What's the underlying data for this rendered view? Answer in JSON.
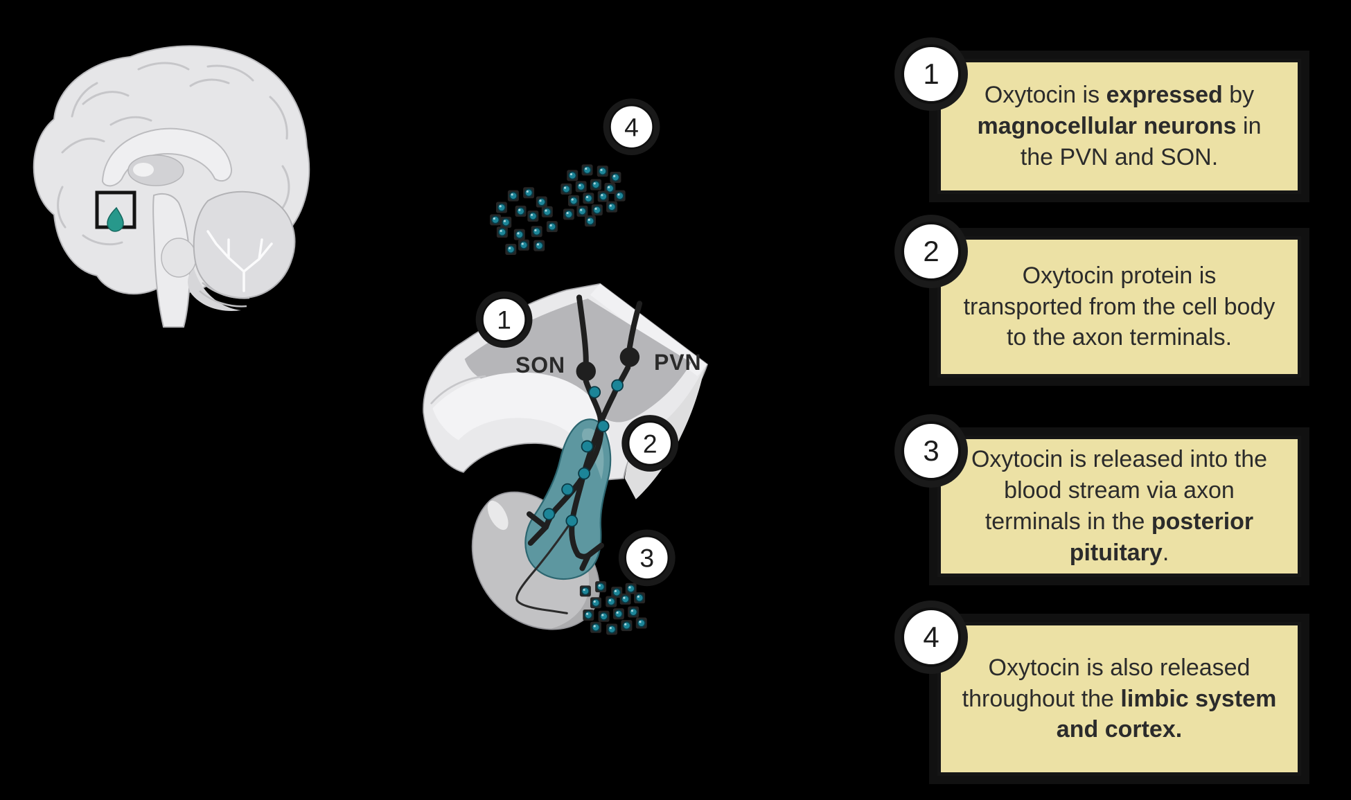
{
  "diagram": {
    "labels": {
      "son": "SON",
      "pvn": "PVN"
    }
  },
  "steps": [
    {
      "number": "1",
      "text": "Oxytocin is **expressed** by **magnocellular neurons** in the PVN and SON."
    },
    {
      "number": "2",
      "text": "Oxytocin protein is transported from the cell body to the axon terminals."
    },
    {
      "number": "3",
      "text": "Oxytocin is released into the blood stream via axon terminals in the **posterior pituitary**."
    },
    {
      "number": "4",
      "text": "Oxytocin is also released throughout the **limbic system and cortex.**"
    }
  ],
  "colors": {
    "callout_bg": "#ece1a5",
    "callout_text": "#2b2b2b",
    "teal_fill": "#5d97a0",
    "vesicle": "#1c8598",
    "pituitary_highlight": "#27988b",
    "background": "#000000"
  }
}
